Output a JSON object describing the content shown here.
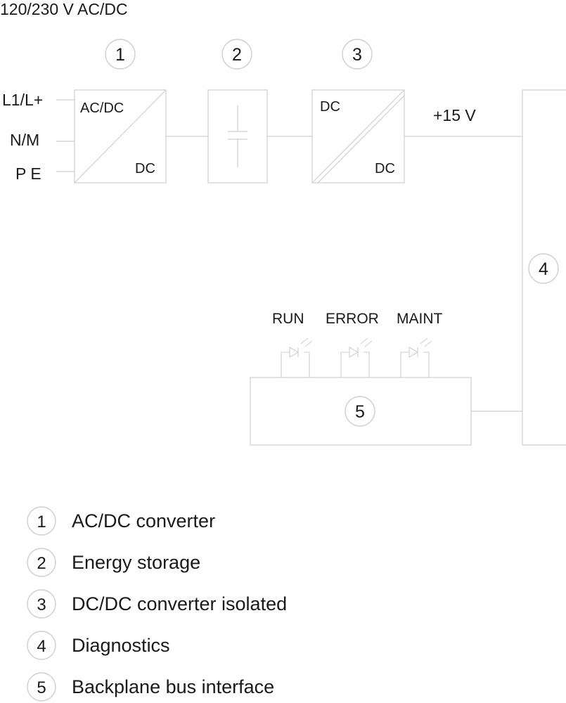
{
  "supply_label": "120/230 V AC/DC",
  "inputs": {
    "l1": "L1/L+",
    "nm": "N/M",
    "pe": "P E"
  },
  "blocks": {
    "b1": {
      "number": "1",
      "top": "AC/DC",
      "bottom": "DC"
    },
    "b2": {
      "number": "2"
    },
    "b3": {
      "number": "3",
      "top": "DC",
      "bottom": "DC"
    },
    "b4": {
      "number": "4"
    },
    "b5": {
      "number": "5"
    }
  },
  "output_label": "+15 V",
  "leds": [
    "RUN",
    "ERROR",
    "MAINT"
  ],
  "legend": [
    {
      "number": "1",
      "text": "AC/DC converter"
    },
    {
      "number": "2",
      "text": "Energy storage"
    },
    {
      "number": "3",
      "text": "DC/DC converter isolated"
    },
    {
      "number": "4",
      "text": "Diagnostics"
    },
    {
      "number": "5",
      "text": "Backplane bus interface"
    }
  ]
}
